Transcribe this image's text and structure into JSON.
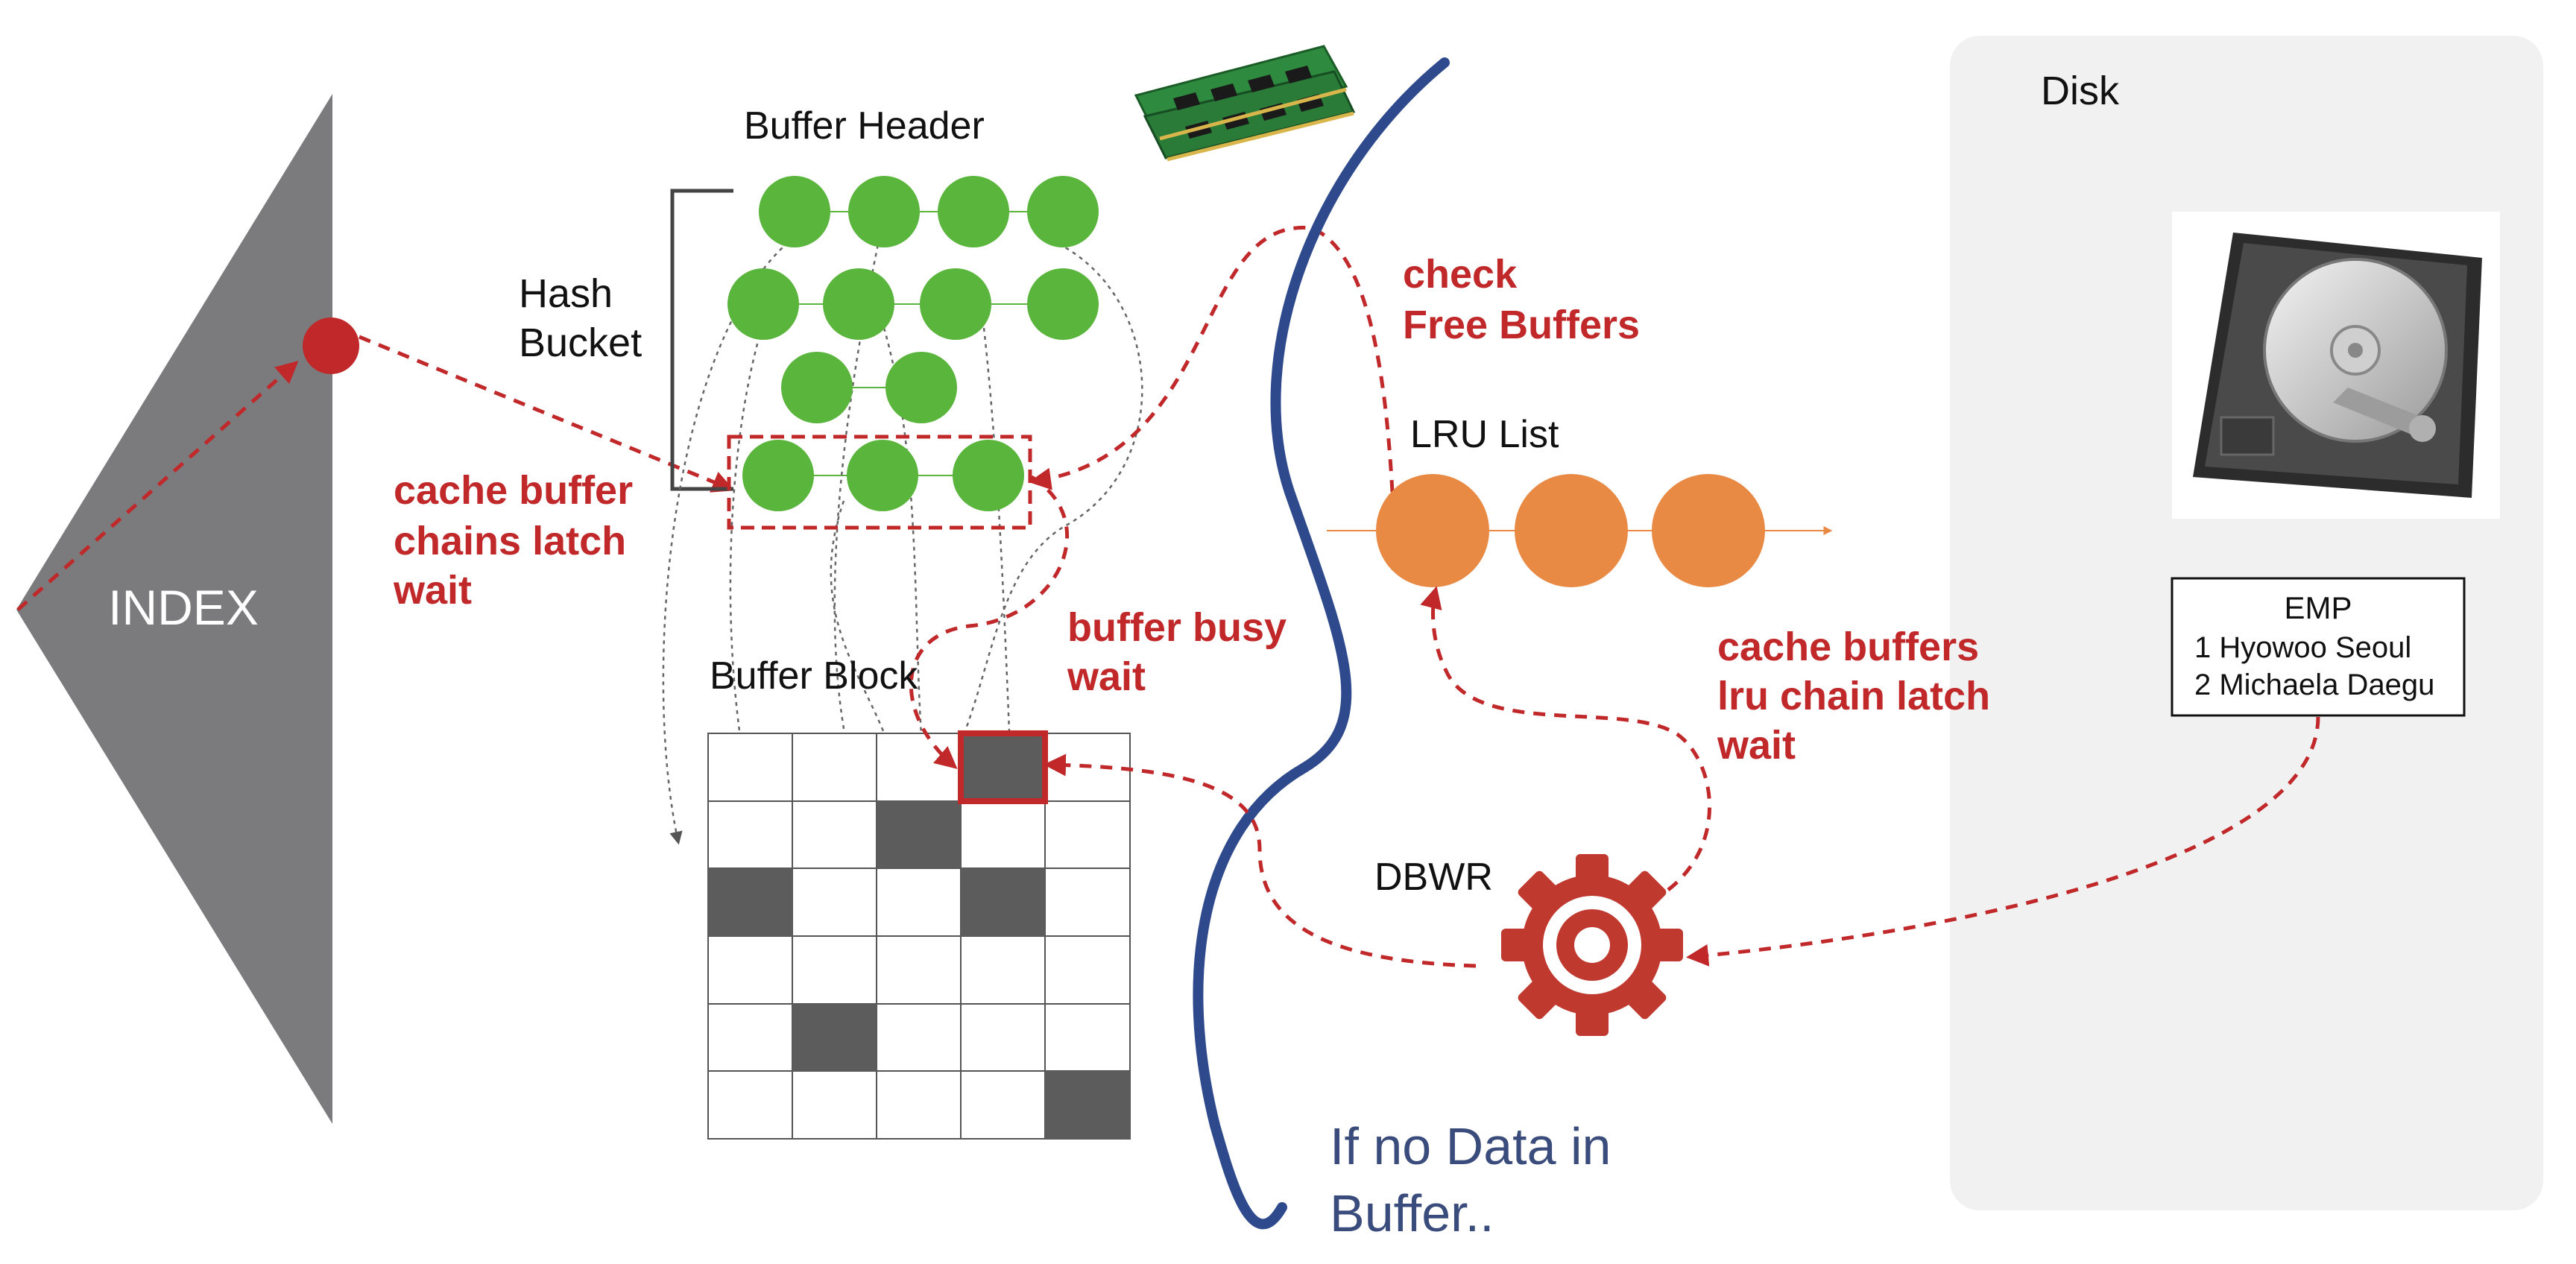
{
  "labels": {
    "index": "INDEX",
    "buffer_header": "Buffer Header",
    "hash_bucket_line1": "Hash",
    "hash_bucket_line2": "Bucket",
    "buffer_block": "Buffer Block",
    "check_free_line1": "check",
    "check_free_line2": "Free Buffers",
    "lru_list": "LRU List",
    "cbc_line1": "cache buffer",
    "cbc_line2": "chains latch",
    "cbc_line3": "wait",
    "busy_line1": "buffer busy",
    "busy_line2": "wait",
    "lru_latch_line1": "cache buffers",
    "lru_latch_line2": "lru chain latch",
    "lru_latch_line3": "wait",
    "dbwr": "DBWR",
    "disk": "Disk",
    "no_data_line1": "If no Data in",
    "no_data_line2": "Buffer.."
  },
  "emp_table": {
    "title": "EMP",
    "rows": [
      "1 Hyowoo  Seoul",
      "2 Michaela Daegu"
    ]
  },
  "colors": {
    "red": "#c0282a",
    "green": "#5ab53c",
    "orange": "#e88944",
    "index_gray": "#7b7a7d",
    "block_gray": "#5c5c5c",
    "river_blue": "#2f4a8c",
    "disk_panel": "#f1f1f1"
  },
  "icons": [
    "ram-module-icon",
    "hard-disk-icon",
    "gear-icon"
  ]
}
